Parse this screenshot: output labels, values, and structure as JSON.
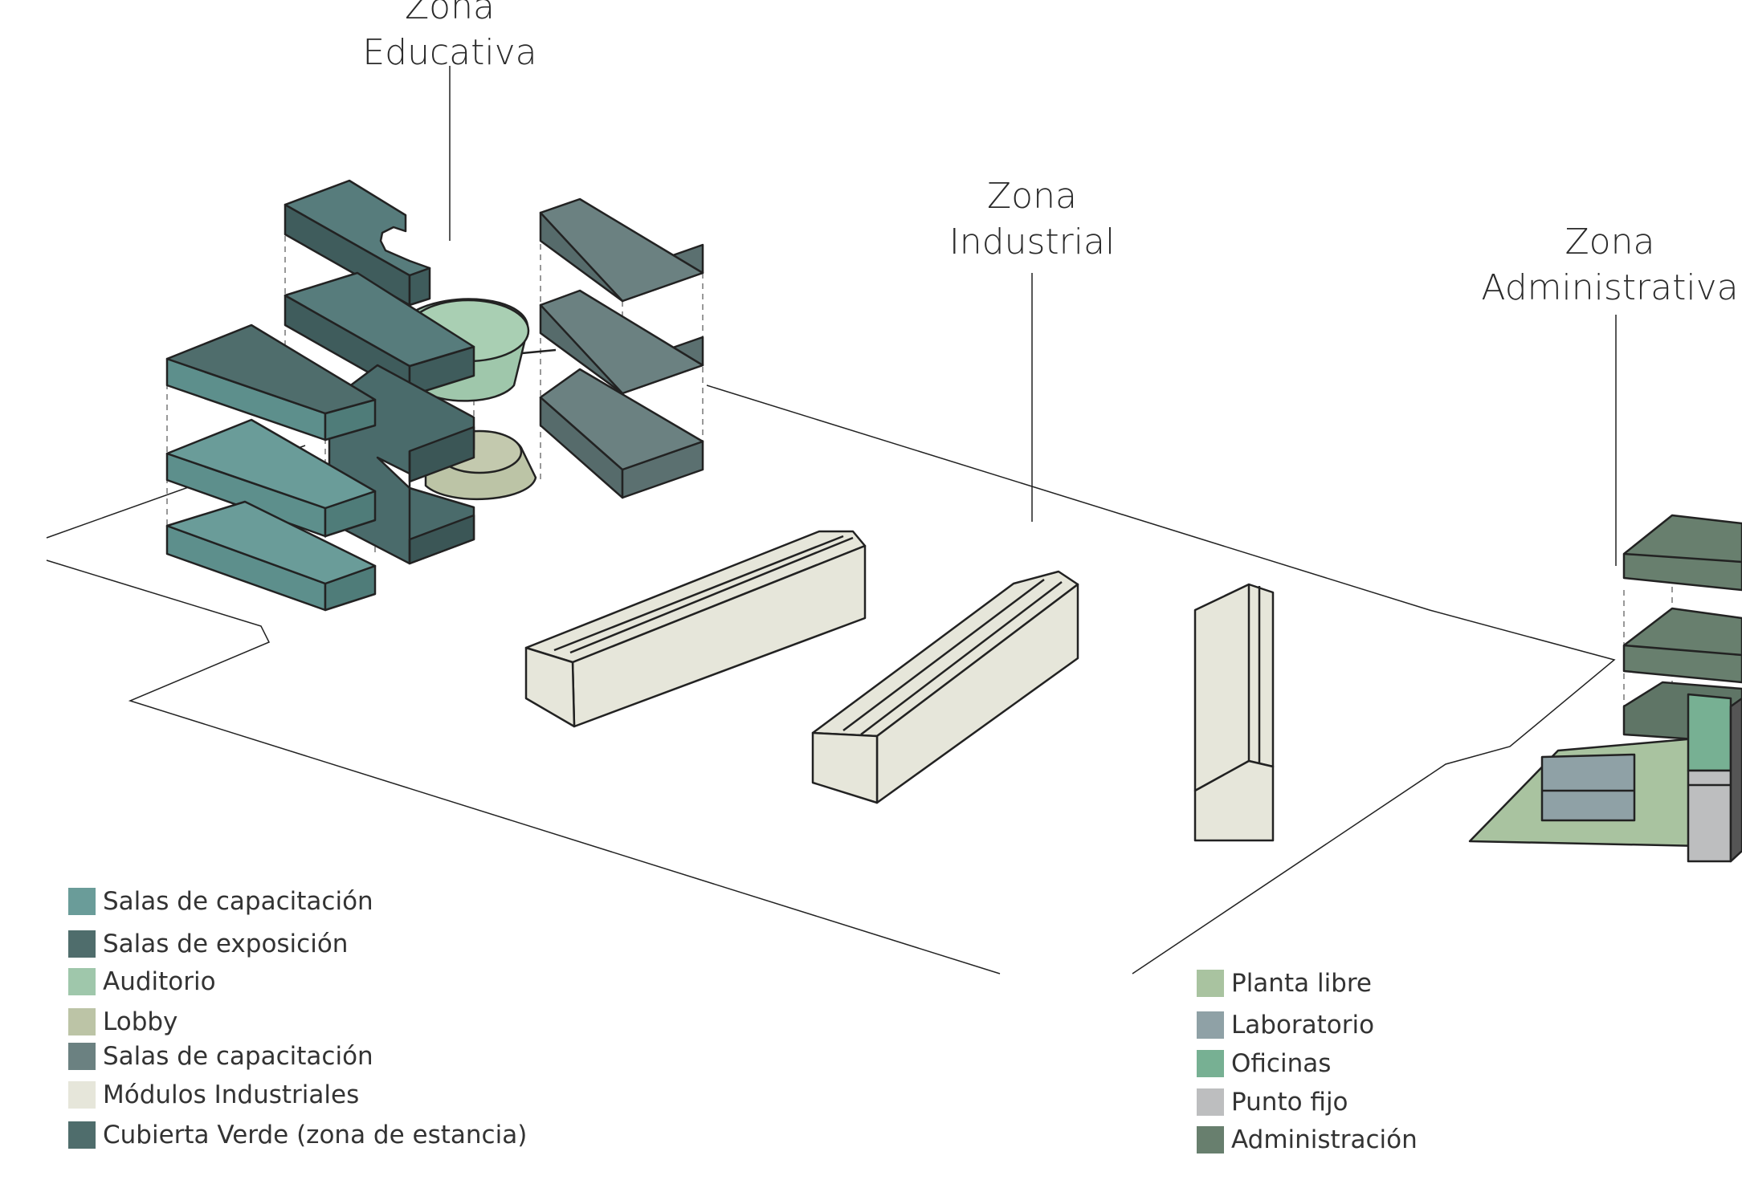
{
  "zones": {
    "educativa": {
      "line1": "Zona",
      "line2": "Educativa"
    },
    "industrial": {
      "line1": "Zona",
      "line2": "Industrial"
    },
    "administrativa": {
      "line1": "Zona",
      "line2": "Administrativa"
    }
  },
  "colors": {
    "salas_capacitacion": "#6a9c99",
    "salas_exposicion": "#4f6d6c",
    "capacitacion_block": "#577c7c",
    "auditorio": "#9fc7ab",
    "lobby": "#bcc4a6",
    "salas_capacitacion_2": "#6b8181",
    "modulos_industriales": "#e6e6da",
    "cubierta_verde": "#4f6d6c",
    "planta_libre": "#a9c3a0",
    "laboratorio": "#8fa1a6",
    "oficinas": "#77b093",
    "punto_fijo": "#bdbebf",
    "administracion": "#687f6e",
    "outline": "#222222"
  },
  "legend_left": [
    {
      "label": "Salas de capacitación",
      "color": "#6a9c99"
    },
    {
      "label": "Salas de exposición",
      "color": "#4f6d6c"
    },
    {
      "label": "Auditorio",
      "color": "#9fc7ab"
    },
    {
      "label": "Lobby",
      "color": "#bcc4a6"
    },
    {
      "label": "Salas de capacitación",
      "color": "#6b8181"
    },
    {
      "label": "Módulos Industriales",
      "color": "#e6e6da"
    },
    {
      "label": "Cubierta Verde (zona de estancia)",
      "color": "#4f6d6c"
    }
  ],
  "legend_right": [
    {
      "label": "Planta libre",
      "color": "#a9c3a0"
    },
    {
      "label": "Laboratorio",
      "color": "#8fa1a6"
    },
    {
      "label": "Oficinas",
      "color": "#77b093"
    },
    {
      "label": "Punto fijo",
      "color": "#bdbebf"
    },
    {
      "label": "Administración",
      "color": "#687f6e"
    }
  ]
}
